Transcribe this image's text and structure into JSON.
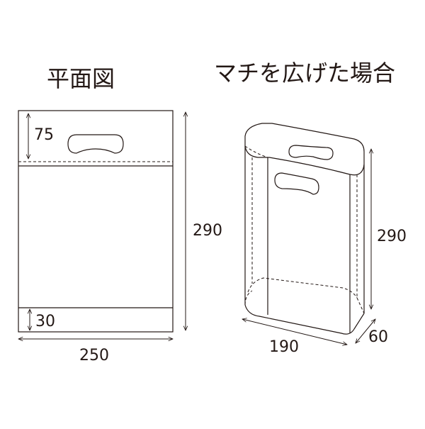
{
  "left_panel": {
    "title": "平面図",
    "dim_top": "75",
    "dim_bottom": "30",
    "dim_width": "250",
    "dim_height": "290"
  },
  "right_panel": {
    "title": "マチを広げた場合",
    "dim_height": "290",
    "dim_width": "190",
    "dim_depth": "60"
  }
}
